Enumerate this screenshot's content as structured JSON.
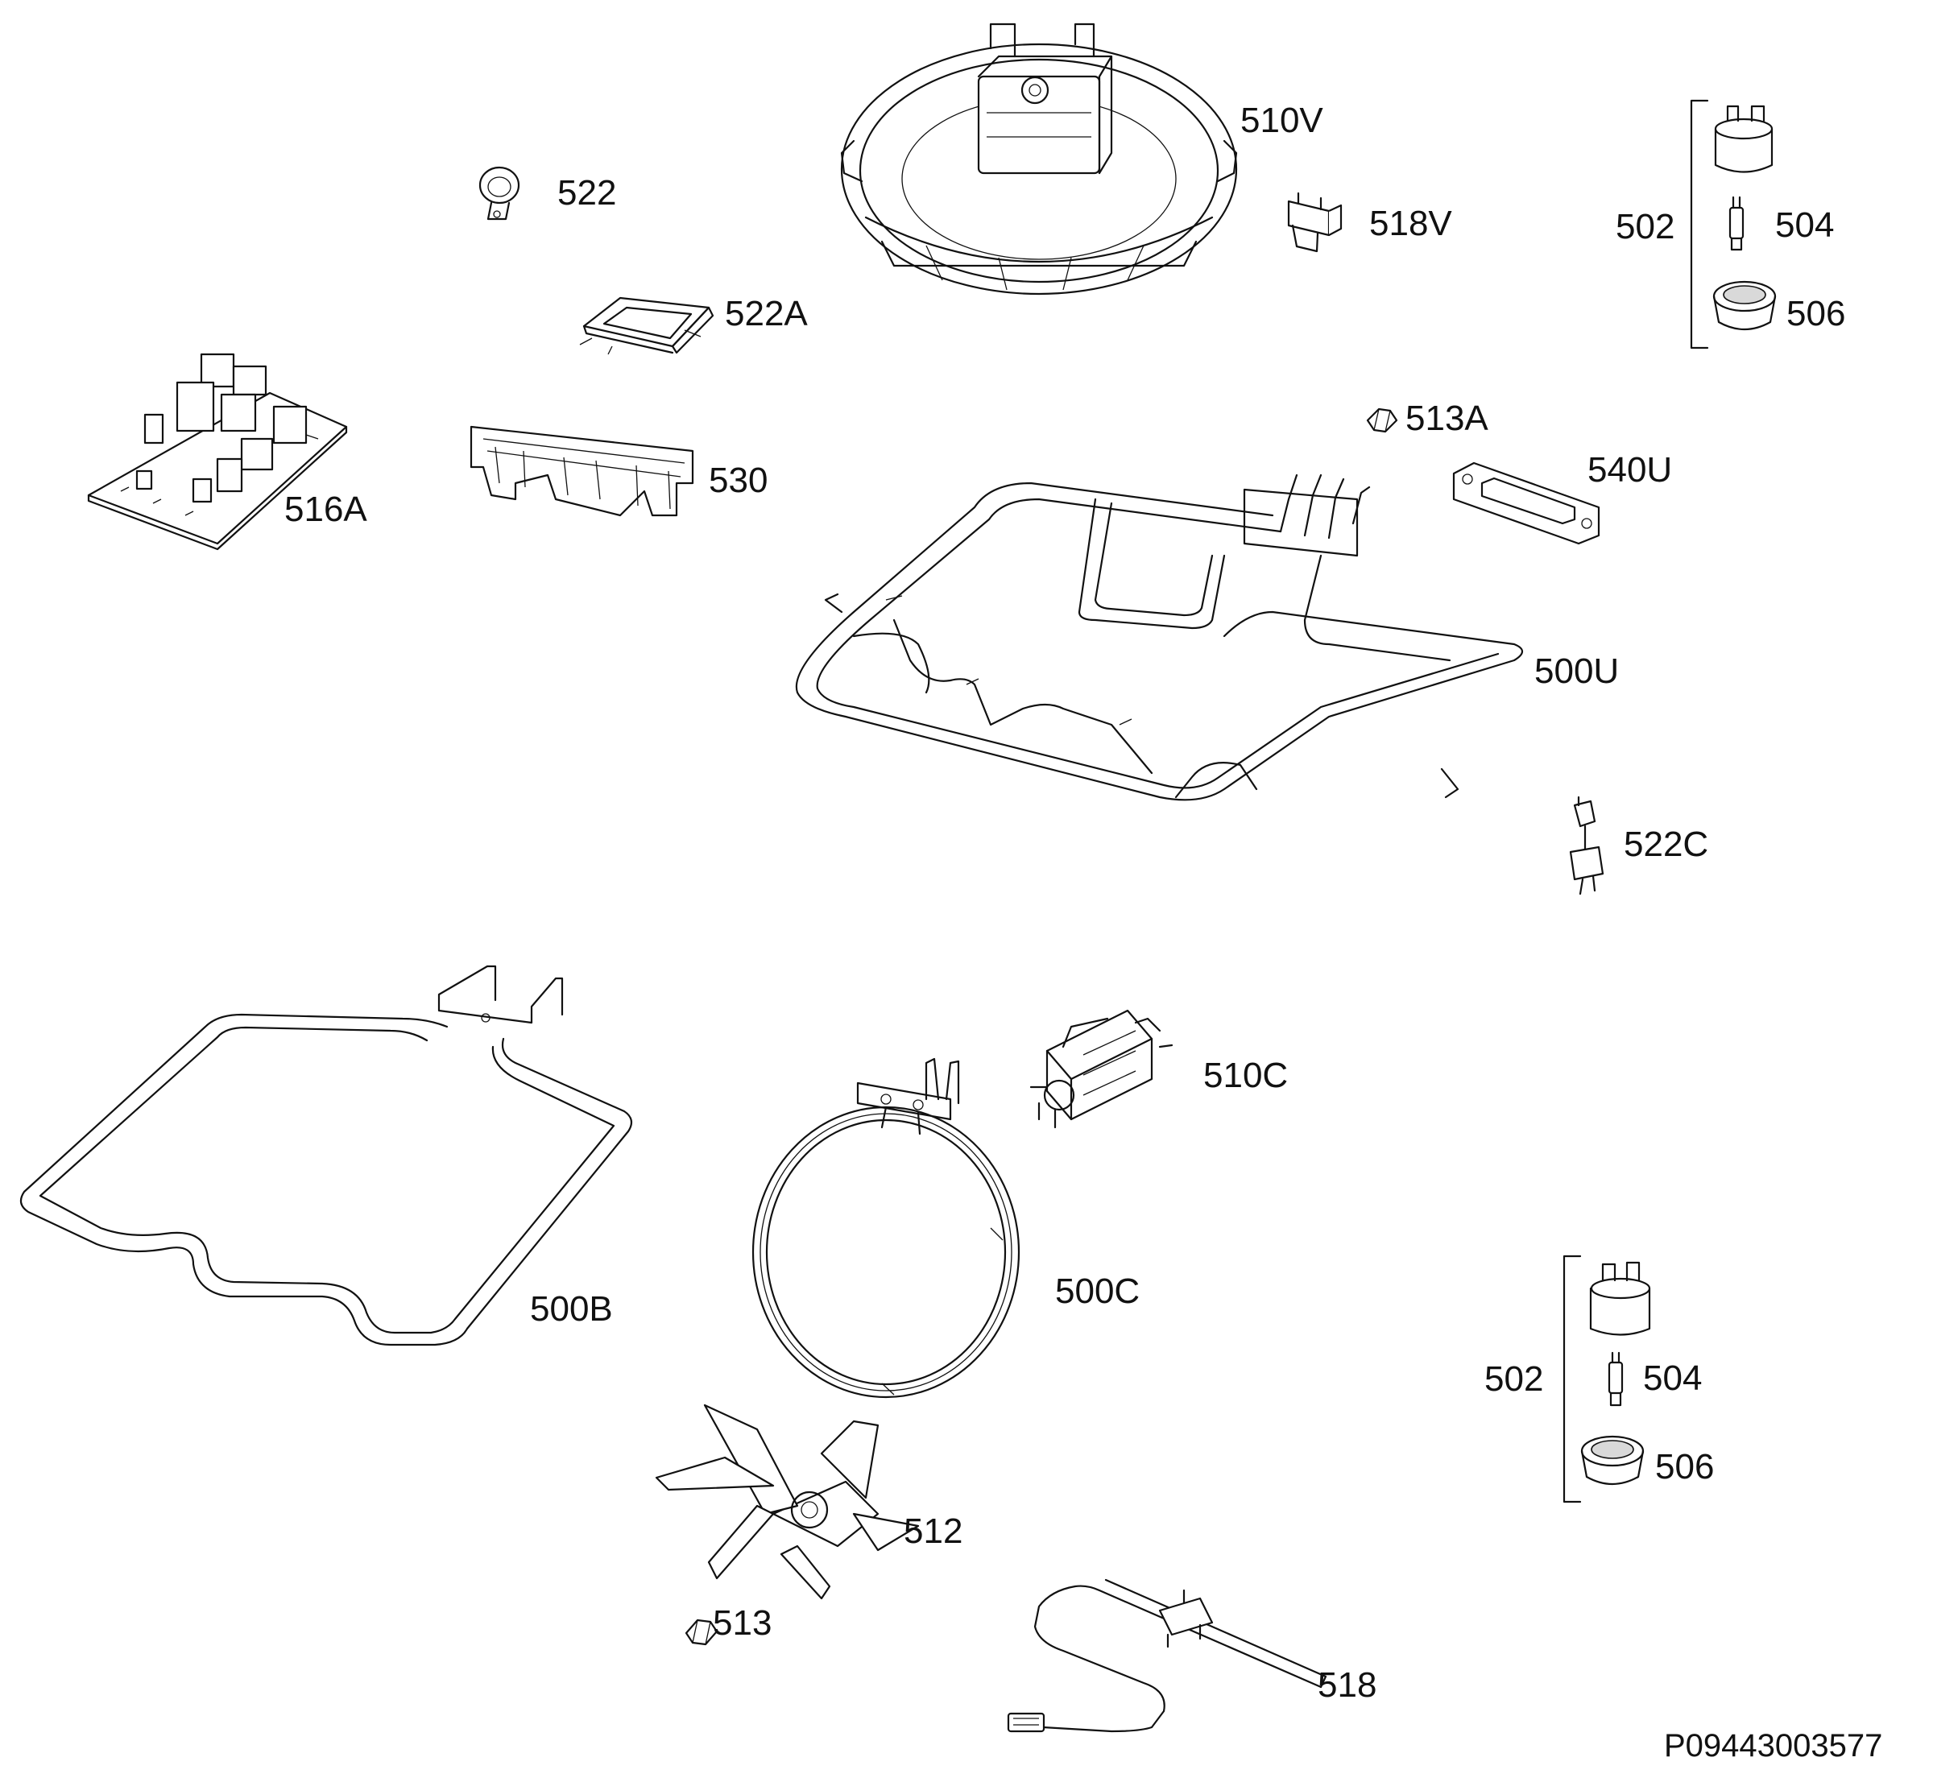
{
  "diagram": {
    "drawing_code": "P09443003577",
    "parts": [
      {
        "id": "fan-motor",
        "label": "510V"
      },
      {
        "id": "hose-clamp",
        "label": "522"
      },
      {
        "id": "fan-bracket",
        "label": "518V"
      },
      {
        "id": "lamp-assembly-top",
        "label": "502"
      },
      {
        "id": "lamp-bulb-top",
        "label": "504"
      },
      {
        "id": "lamp-cover-top",
        "label": "506"
      },
      {
        "id": "seal-frame",
        "label": "522A"
      },
      {
        "id": "nut-top",
        "label": "513A"
      },
      {
        "id": "control-board",
        "label": "516A"
      },
      {
        "id": "terminal-block",
        "label": "530"
      },
      {
        "id": "gasket",
        "label": "540U"
      },
      {
        "id": "upper-heating-element",
        "label": "500U"
      },
      {
        "id": "thermal-cutout",
        "label": "522C"
      },
      {
        "id": "cooling-motor",
        "label": "510C"
      },
      {
        "id": "lower-heating-element",
        "label": "500B"
      },
      {
        "id": "circular-heating-element",
        "label": "500C"
      },
      {
        "id": "lamp-assembly-bottom",
        "label": "502"
      },
      {
        "id": "lamp-bulb-bottom",
        "label": "504"
      },
      {
        "id": "lamp-cover-bottom",
        "label": "506"
      },
      {
        "id": "fan-blade",
        "label": "512"
      },
      {
        "id": "nut-bottom",
        "label": "513"
      },
      {
        "id": "temperature-sensor",
        "label": "518"
      }
    ]
  }
}
